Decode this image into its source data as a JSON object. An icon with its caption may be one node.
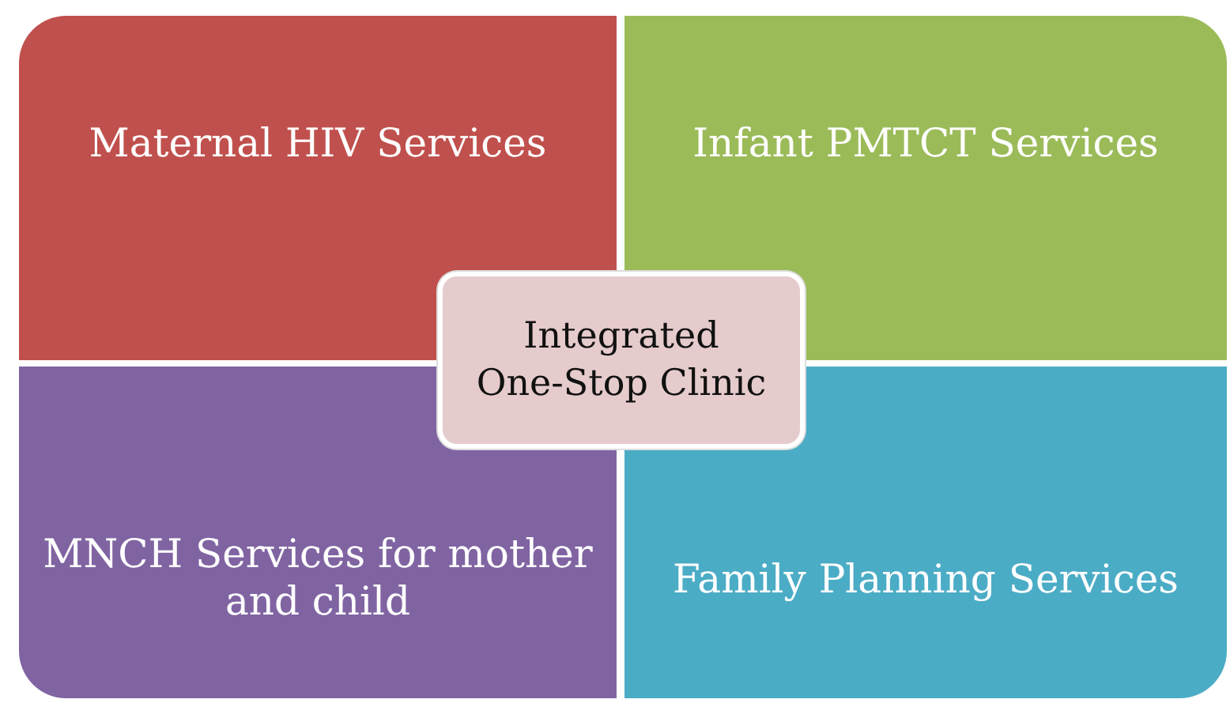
{
  "diagram": {
    "nodes": [
      {
        "text": [
          "Maternal HIV Services"
        ]
      },
      {
        "text": [
          "Infant PMTCT Services"
        ]
      },
      {
        "text": [
          "Integrated One-Stop Clinic"
        ]
      },
      {
        "text": [
          "MNCH Services for mother and child"
        ]
      },
      {
        "text": [
          "Family Planning Services"
        ]
      }
    ],
    "edges": []
  }
}
